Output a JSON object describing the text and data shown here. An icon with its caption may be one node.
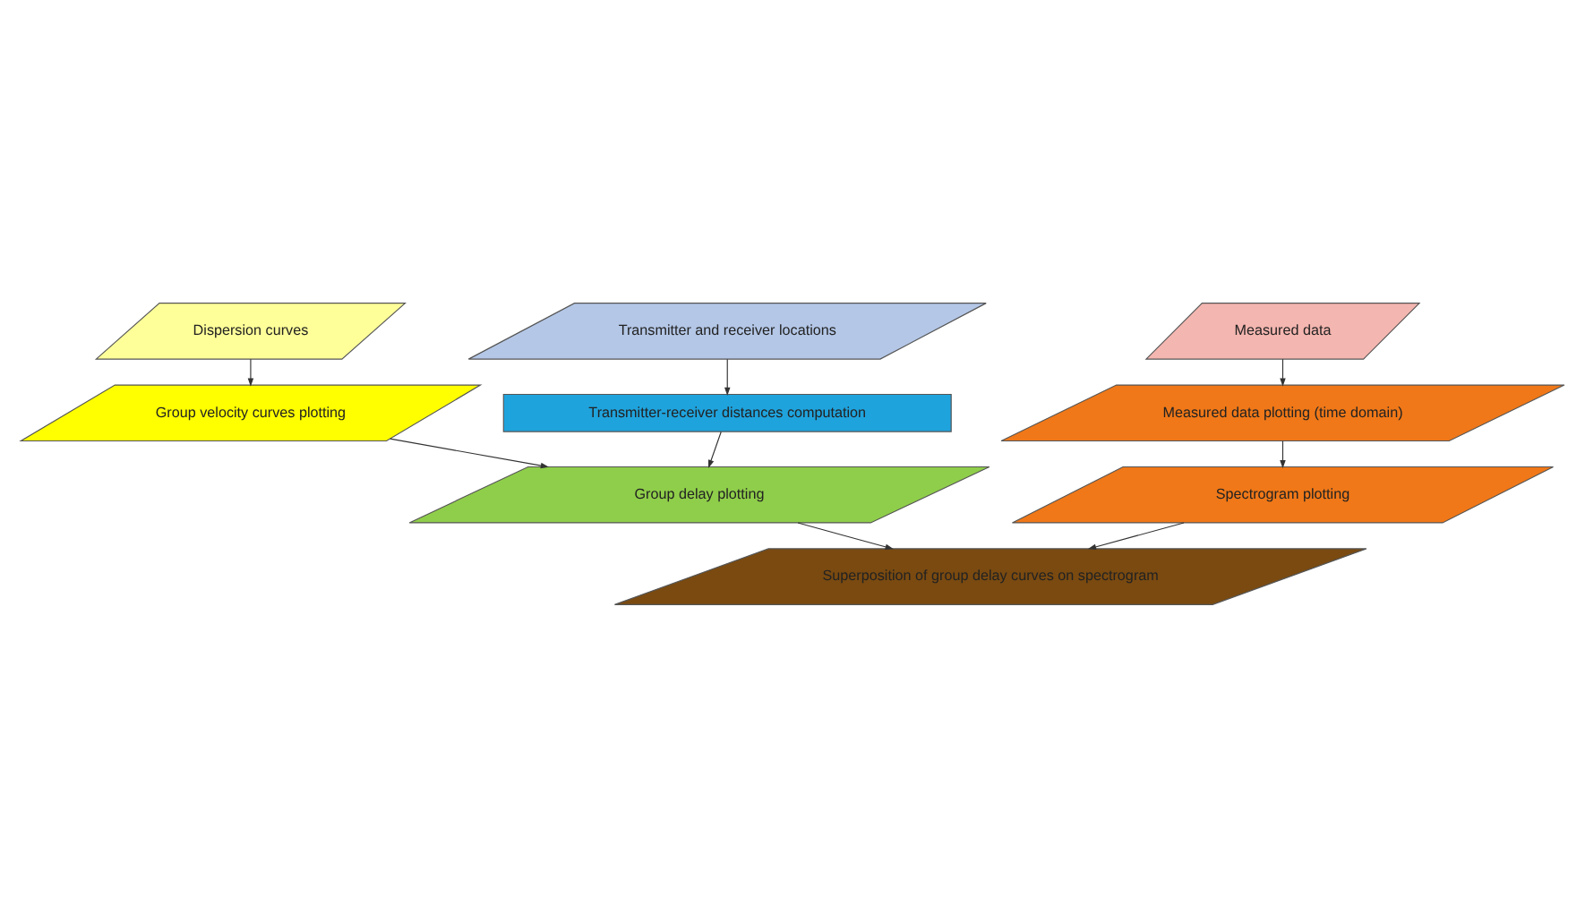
{
  "diagram": {
    "nodes": [
      {
        "text": [
          "Dispersion curves"
        ]
      },
      {
        "text": [
          "Transmitter and receiver locations"
        ]
      },
      {
        "text": [
          "Measured data"
        ]
      },
      {
        "text": [
          "Group velocity curves plotting"
        ]
      },
      {
        "text": [
          "Transmitter-receiver distances computation"
        ]
      },
      {
        "text": [
          "Group delay plotting"
        ]
      },
      {
        "text": [
          "Measured data plotting (time domain)"
        ]
      },
      {
        "text": [
          "Spectrogram plotting"
        ]
      },
      {
        "text": [
          "Superposition of group delay curves on spectrogram"
        ]
      }
    ],
    "edges": [
      {
        "from": 0,
        "to": 3,
        "arrow": "to"
      },
      {
        "from": 1,
        "to": 4,
        "arrow": "to"
      },
      {
        "from": 3,
        "to": 5,
        "arrow": "to"
      },
      {
        "from": 4,
        "to": 5,
        "arrow": "to"
      },
      {
        "from": 2,
        "to": 6,
        "arrow": "to"
      },
      {
        "from": 6,
        "to": 7,
        "arrow": "to"
      },
      {
        "from": 5,
        "to": 8,
        "arrow": "to"
      },
      {
        "from": 7,
        "to": 8,
        "arrow": "to"
      }
    ]
  }
}
